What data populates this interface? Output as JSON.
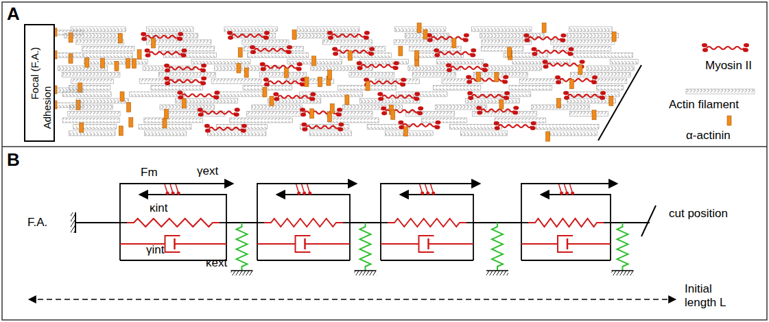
{
  "diagram": {
    "nodes": [
      {
        "text": [
          "Focal (F.A.)",
          "Adhesion"
        ]
      }
    ],
    "labels": [
      "A",
      "B",
      "Fm",
      "γext",
      "κint",
      "γint",
      "κext",
      "F.A.",
      "cut position",
      "Initial length L"
    ],
    "legend": [
      {
        "text": "Myosin II"
      },
      {
        "text": "Actin filament"
      },
      {
        "text": "α-actinin"
      }
    ]
  }
}
